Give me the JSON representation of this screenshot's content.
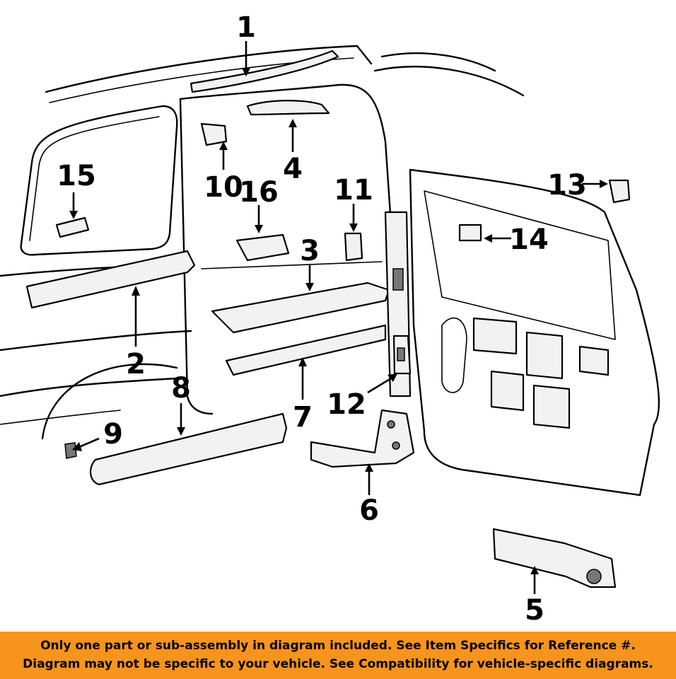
{
  "callouts": [
    "1",
    "2",
    "3",
    "4",
    "5",
    "6",
    "7",
    "8",
    "9",
    "10",
    "11",
    "12",
    "13",
    "14",
    "15",
    "16"
  ],
  "banner": {
    "line1": "Only one part or sub-assembly in diagram included. See Item Specifics for Reference #.",
    "line2": "Diagram may not be specific to your vehicle. See Compatibility for vehicle-specific diagrams."
  }
}
